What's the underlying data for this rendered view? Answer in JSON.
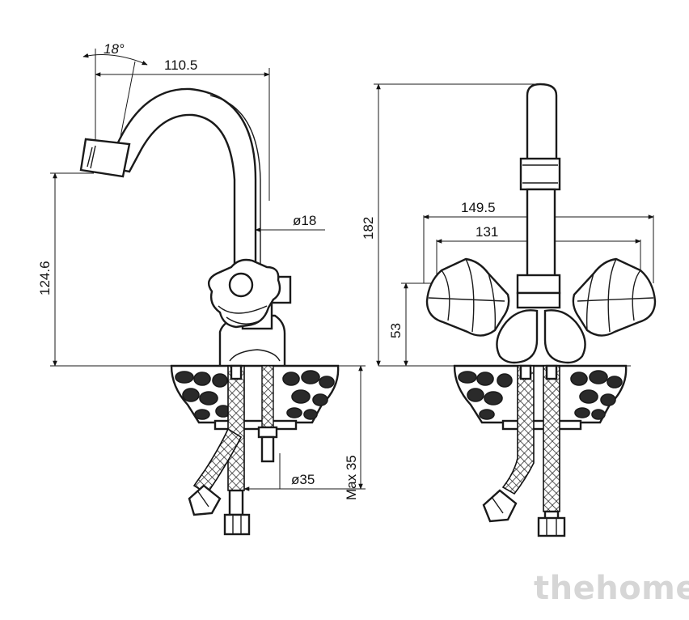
{
  "diagram": {
    "side_view": {
      "angle_label": "18°",
      "spout_reach": "110.5",
      "spout_height": "124.6",
      "spout_diameter": "ø18",
      "base_diameter": "ø35",
      "max_thickness": "Max 35"
    },
    "front_view": {
      "total_height": "182",
      "width_outer": "149.5",
      "width_inner": "131",
      "handle_height": "53"
    }
  },
  "watermark": "thehome"
}
